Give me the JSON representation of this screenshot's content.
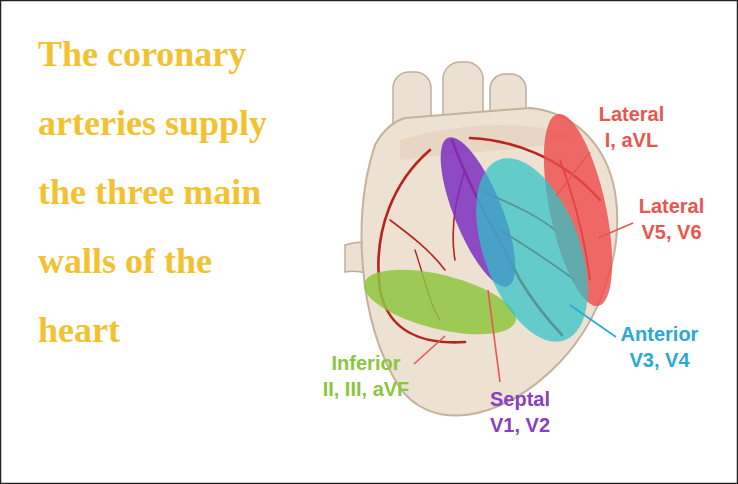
{
  "diagram": {
    "title": "The coronary arteries supply the three main walls of the heart",
    "labels": [
      "Lateral I, aVL",
      "Lateral V5, V6",
      "Anterior V3, V4",
      "Inferior II, III, aVF",
      "Septal V1, V2"
    ]
  }
}
